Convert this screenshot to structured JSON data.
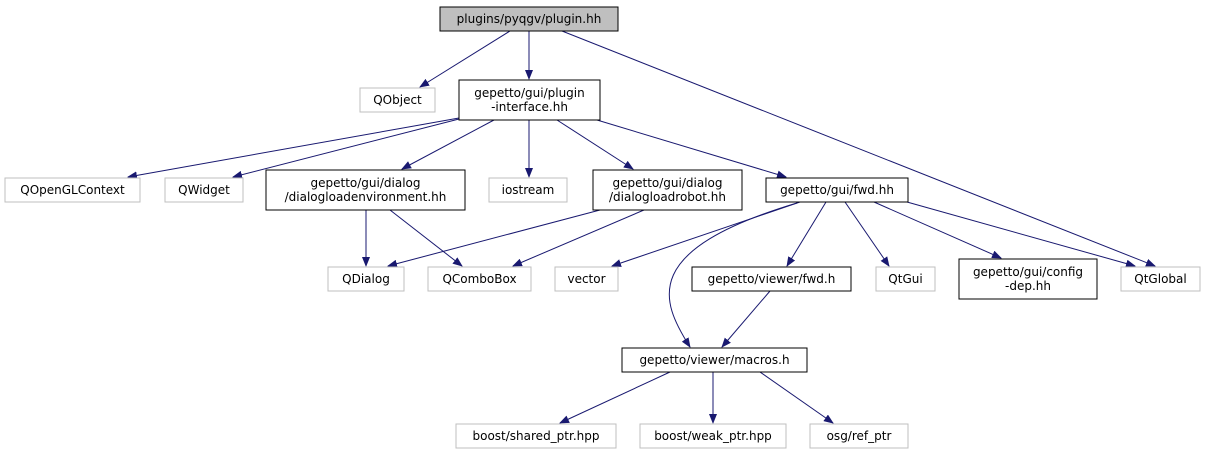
{
  "diagram": {
    "colors": {
      "edge": "#191970",
      "internal_border": "#000000",
      "external_border": "#bfbfbf",
      "root_fill": "#bfbfbf",
      "node_fill": "#ffffff"
    },
    "nodes": [
      {
        "id": "root",
        "lines": [
          "plugins/pyqgv/plugin.hh"
        ],
        "kind": "root"
      },
      {
        "id": "qobject",
        "lines": [
          "QObject"
        ],
        "kind": "external"
      },
      {
        "id": "plugin_interface",
        "lines": [
          "gepetto/gui/plugin",
          "-interface.hh"
        ],
        "kind": "internal"
      },
      {
        "id": "qopenglcontext",
        "lines": [
          "QOpenGLContext"
        ],
        "kind": "external"
      },
      {
        "id": "qwidget",
        "lines": [
          "QWidget"
        ],
        "kind": "external"
      },
      {
        "id": "dialogloadenvironment",
        "lines": [
          "gepetto/gui/dialog",
          "/dialogloadenvironment.hh"
        ],
        "kind": "internal"
      },
      {
        "id": "iostream",
        "lines": [
          "iostream"
        ],
        "kind": "external"
      },
      {
        "id": "dialogloadrobot",
        "lines": [
          "gepetto/gui/dialog",
          "/dialogloadrobot.hh"
        ],
        "kind": "internal"
      },
      {
        "id": "gui_fwd",
        "lines": [
          "gepetto/gui/fwd.hh"
        ],
        "kind": "internal"
      },
      {
        "id": "qtglobal",
        "lines": [
          "QtGlobal"
        ],
        "kind": "external"
      },
      {
        "id": "qdialog",
        "lines": [
          "QDialog"
        ],
        "kind": "external"
      },
      {
        "id": "qcombobox",
        "lines": [
          "QComboBox"
        ],
        "kind": "external"
      },
      {
        "id": "vector",
        "lines": [
          "vector"
        ],
        "kind": "external"
      },
      {
        "id": "viewer_fwd",
        "lines": [
          "gepetto/viewer/fwd.h"
        ],
        "kind": "internal"
      },
      {
        "id": "qtgui",
        "lines": [
          "QtGui"
        ],
        "kind": "external"
      },
      {
        "id": "config_dep",
        "lines": [
          "gepetto/gui/config",
          "-dep.hh"
        ],
        "kind": "internal"
      },
      {
        "id": "viewer_macros",
        "lines": [
          "gepetto/viewer/macros.h"
        ],
        "kind": "internal"
      },
      {
        "id": "shared_ptr",
        "lines": [
          "boost/shared_ptr.hpp"
        ],
        "kind": "external"
      },
      {
        "id": "weak_ptr",
        "lines": [
          "boost/weak_ptr.hpp"
        ],
        "kind": "external"
      },
      {
        "id": "ref_ptr",
        "lines": [
          "osg/ref_ptr"
        ],
        "kind": "external"
      }
    ],
    "edges": [
      {
        "from": "root",
        "to": "qobject"
      },
      {
        "from": "root",
        "to": "plugin_interface"
      },
      {
        "from": "root",
        "to": "qtglobal"
      },
      {
        "from": "plugin_interface",
        "to": "qopenglcontext"
      },
      {
        "from": "plugin_interface",
        "to": "qwidget"
      },
      {
        "from": "plugin_interface",
        "to": "dialogloadenvironment"
      },
      {
        "from": "plugin_interface",
        "to": "iostream"
      },
      {
        "from": "plugin_interface",
        "to": "dialogloadrobot"
      },
      {
        "from": "plugin_interface",
        "to": "gui_fwd"
      },
      {
        "from": "dialogloadenvironment",
        "to": "qdialog"
      },
      {
        "from": "dialogloadenvironment",
        "to": "qcombobox"
      },
      {
        "from": "dialogloadrobot",
        "to": "qdialog"
      },
      {
        "from": "dialogloadrobot",
        "to": "qcombobox"
      },
      {
        "from": "gui_fwd",
        "to": "vector"
      },
      {
        "from": "gui_fwd",
        "to": "viewer_fwd"
      },
      {
        "from": "gui_fwd",
        "to": "qtgui"
      },
      {
        "from": "gui_fwd",
        "to": "config_dep"
      },
      {
        "from": "gui_fwd",
        "to": "qtglobal"
      },
      {
        "from": "gui_fwd",
        "to": "viewer_macros"
      },
      {
        "from": "viewer_fwd",
        "to": "viewer_macros"
      },
      {
        "from": "viewer_macros",
        "to": "shared_ptr"
      },
      {
        "from": "viewer_macros",
        "to": "weak_ptr"
      },
      {
        "from": "viewer_macros",
        "to": "ref_ptr"
      }
    ]
  }
}
